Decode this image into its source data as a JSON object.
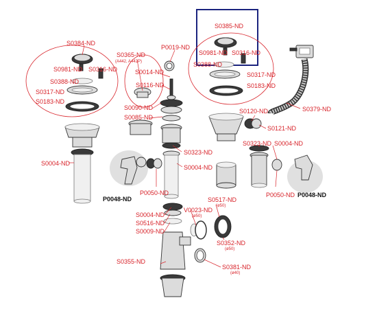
{
  "labels": {
    "s0385": "S0385-ND",
    "s0384": "S0384-ND",
    "s0365": "S0365-ND",
    "s0365_sub": "(A442, A442P)",
    "p0019": "P0019-ND",
    "s0981_left": "S0981-ND",
    "s0316_left": "S0316-ND",
    "s0388_left": "S0388-ND",
    "s0317_left": "S0317-ND",
    "s0183_left": "S0183-ND",
    "s0014": "S0014-ND",
    "s0116": "S0116-ND",
    "s0090": "S0090-ND",
    "s0085": "S0085-ND",
    "s0981_right": "S0981-ND",
    "s0316_right": "S0316-ND",
    "s0388_right": "S0388-ND",
    "s0317_right": "S0317-ND",
    "s0183_right": "S0183-ND",
    "s0379": "S0379-ND",
    "s0120": "S0120-ND",
    "s0121": "S0121-ND",
    "s0323_center": "S0323-ND",
    "s0004_center": "S0004-ND",
    "s0004_left": "S0004-ND",
    "p0050_left": "P0050-ND",
    "p0048_left": "P0048-ND",
    "s0323_right": "S0323-ND",
    "s0004_right": "S0004-ND",
    "p0050_right": "P0050-ND",
    "p0048_right": "P0048-ND",
    "s0517": "S0517-ND",
    "s0517_sub": "(ø50)",
    "v0023": "V0023-ND",
    "v0023_sub": "(ø50)",
    "s0004_bottom": "S0004-ND",
    "s0516": "S0516-ND",
    "s0009": "S0009-ND",
    "s0352": "S0352-ND",
    "s0352_sub": "(ø50)",
    "s0355": "S0355-ND",
    "s0381": "S0381-ND",
    "s0381_sub": "(ø40)"
  },
  "colors": {
    "label": "#d8232a",
    "highlight_box": "#1a237e",
    "bold_label": "#111111",
    "part_fill": "#dcdcdc",
    "part_dark": "#3a3a3a",
    "background": "#ffffff"
  }
}
